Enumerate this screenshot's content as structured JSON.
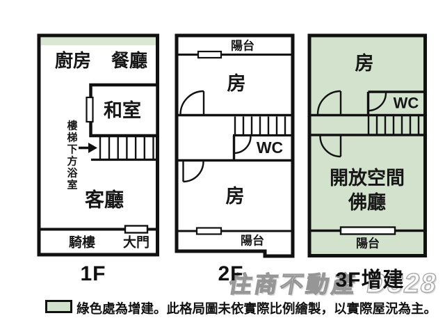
{
  "floors": {
    "f1": {
      "label": "1F",
      "kitchen": "廚房",
      "dining": "餐廳",
      "tatami_room": "和室",
      "living_room": "客廳",
      "arcade": "騎樓",
      "main_door": "大門",
      "stair_note": "樓梯下方浴室",
      "stair_note_chars": [
        "樓",
        "梯",
        "下",
        "方",
        "浴",
        "室"
      ]
    },
    "f2": {
      "label": "2F",
      "balcony_top": "陽台",
      "room_top": "房",
      "wc": "WC",
      "room_bottom": "房",
      "balcony_bottom": "陽台"
    },
    "f3": {
      "label": "3F增建",
      "room": "房",
      "wc": "WC",
      "open_space": "開放空間",
      "buddha_hall": "佛廳",
      "balcony": "陽台"
    }
  },
  "legend": {
    "text": "綠色處為增建。此格局圖未依實際比例繪製，以實際屋況為主。"
  },
  "watermark": {
    "brand": "住商不動產",
    "code": "D328"
  },
  "colors": {
    "addition_green": "#d2e2cd",
    "strip_green": "#d9e7d3",
    "line": "#111111"
  }
}
